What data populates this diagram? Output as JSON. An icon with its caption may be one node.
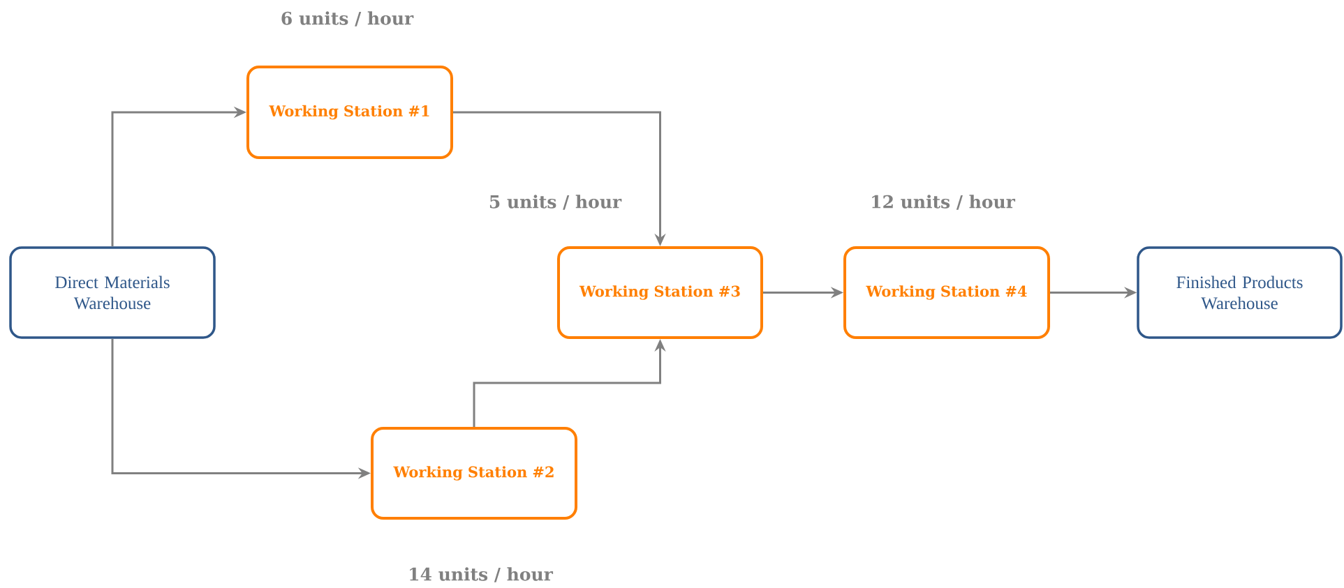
{
  "diagram": {
    "nodes": [
      {
        "text": [
          "Direct Materials Warehouse"
        ]
      },
      {
        "text": [
          "Working Station #1"
        ],
        "beside": [
          "6 units / hour"
        ]
      },
      {
        "text": [
          "Working Station #2"
        ],
        "beside": [
          "14 units / hour"
        ]
      },
      {
        "text": [
          "Working Station #3"
        ],
        "beside": [
          "5 units / hour"
        ]
      },
      {
        "text": [
          "Working Station #4"
        ],
        "beside": [
          "12 units / hour"
        ]
      },
      {
        "text": [
          "Finished Products Warehouse"
        ]
      }
    ],
    "edges": [
      {
        "from": 0,
        "to": 1,
        "arrow": "to"
      },
      {
        "from": 0,
        "to": 2,
        "arrow": "to"
      },
      {
        "from": 1,
        "to": 3,
        "arrow": "to"
      },
      {
        "from": 2,
        "to": 3,
        "arrow": "to"
      },
      {
        "from": 3,
        "to": 4,
        "arrow": "to"
      },
      {
        "from": 4,
        "to": 5,
        "arrow": "to"
      }
    ]
  }
}
